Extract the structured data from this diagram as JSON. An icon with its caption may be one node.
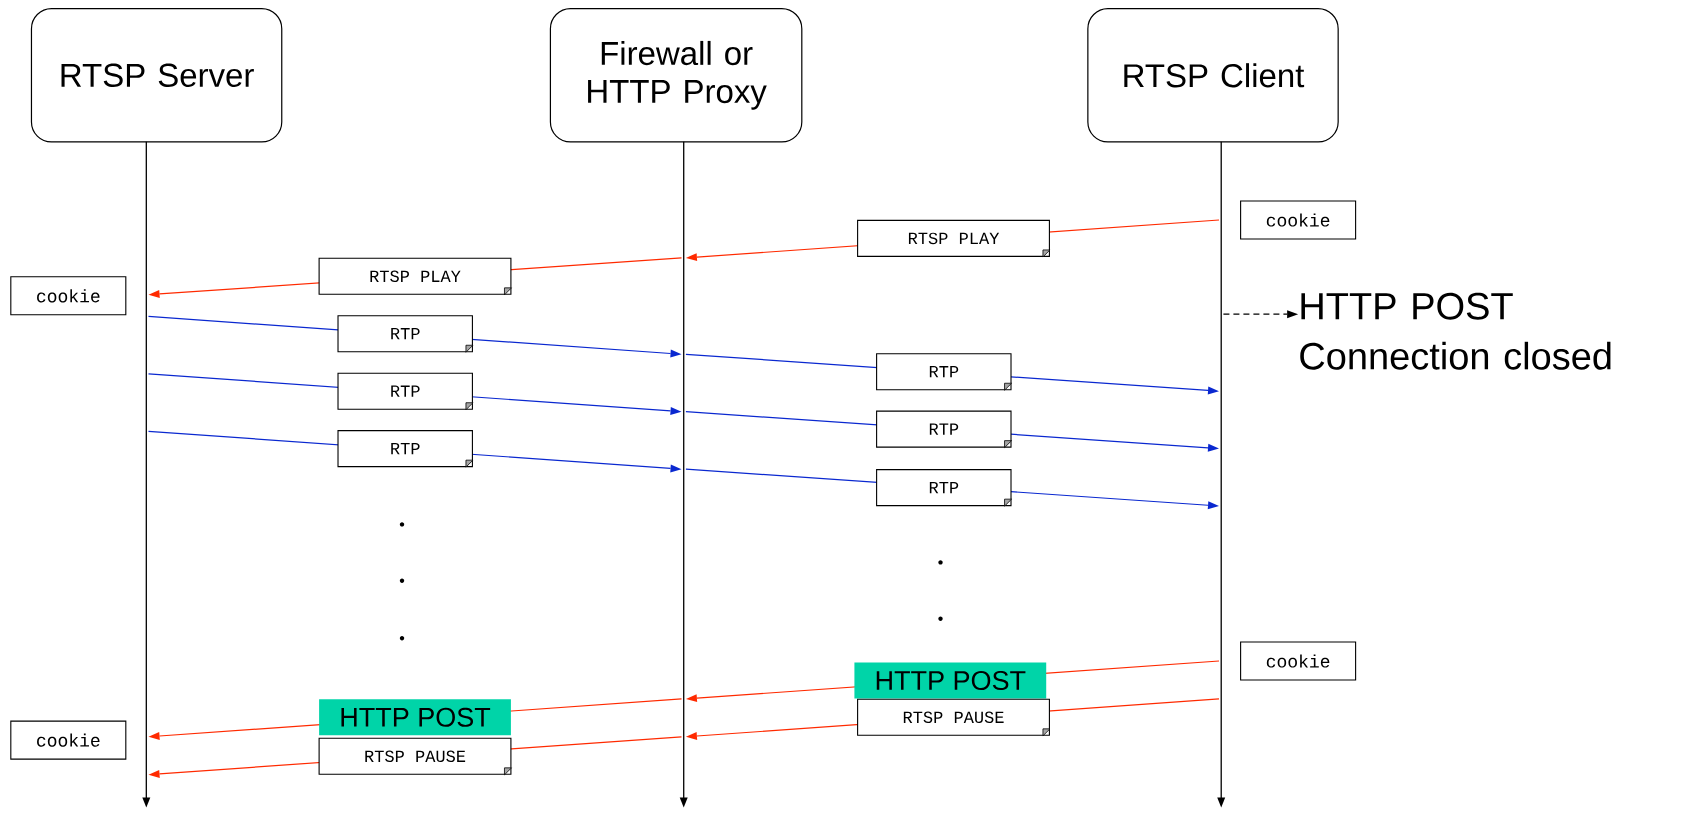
{
  "diagram": {
    "nodes": [
      {
        "text": [
          "RTSP Server"
        ]
      },
      {
        "text": [
          "Firewall or HTTP Proxy"
        ]
      },
      {
        "text": [
          "RTSP Client"
        ]
      },
      {
        "text": [],
        "shape": "bar"
      },
      {
        "text": [],
        "shape": "bar"
      },
      {
        "text": [],
        "shape": "bar"
      },
      {
        "text": [
          "HTTP POST Connection closed"
        ]
      }
    ],
    "edges": [
      {
        "from": 5,
        "to": 4,
        "arrow": "to",
        "label": "RTSP PLAY",
        "color": "#ff2a00"
      },
      {
        "from": 4,
        "to": 3,
        "arrow": "to",
        "label": "RTSP PLAY",
        "color": "#ff2a00"
      },
      {
        "from": 5,
        "to": 6,
        "arrow": "to",
        "style": "dashed",
        "color": "#000000"
      },
      {
        "from": 3,
        "to": 4,
        "arrow": "to",
        "label": "RTP",
        "color": "#0a28d0"
      },
      {
        "from": 4,
        "to": 5,
        "arrow": "to",
        "label": "RTP",
        "color": "#0a28d0"
      },
      {
        "from": 3,
        "to": 4,
        "arrow": "to",
        "label": "RTP",
        "color": "#0a28d0"
      },
      {
        "from": 4,
        "to": 5,
        "arrow": "to",
        "label": "RTP",
        "color": "#0a28d0"
      },
      {
        "from": 3,
        "to": 4,
        "arrow": "to",
        "label": "RTP",
        "color": "#0a28d0"
      },
      {
        "from": 4,
        "to": 5,
        "arrow": "to",
        "label": "RTP",
        "color": "#0a28d0"
      },
      {
        "from": 5,
        "to": 4,
        "arrow": "to",
        "label": "HTTP POST",
        "color": "#ff2a00"
      },
      {
        "from": 5,
        "to": 4,
        "arrow": "to",
        "label": "RTSP PAUSE",
        "color": "#ff2a00"
      },
      {
        "from": 4,
        "to": 3,
        "arrow": "to",
        "label": "HTTP POST",
        "color": "#ff2a00"
      },
      {
        "from": 4,
        "to": 3,
        "arrow": "to",
        "label": "RTSP PAUSE",
        "color": "#ff2a00"
      }
    ],
    "labels": [
      "cookie",
      "cookie",
      "cookie",
      "cookie"
    ]
  }
}
